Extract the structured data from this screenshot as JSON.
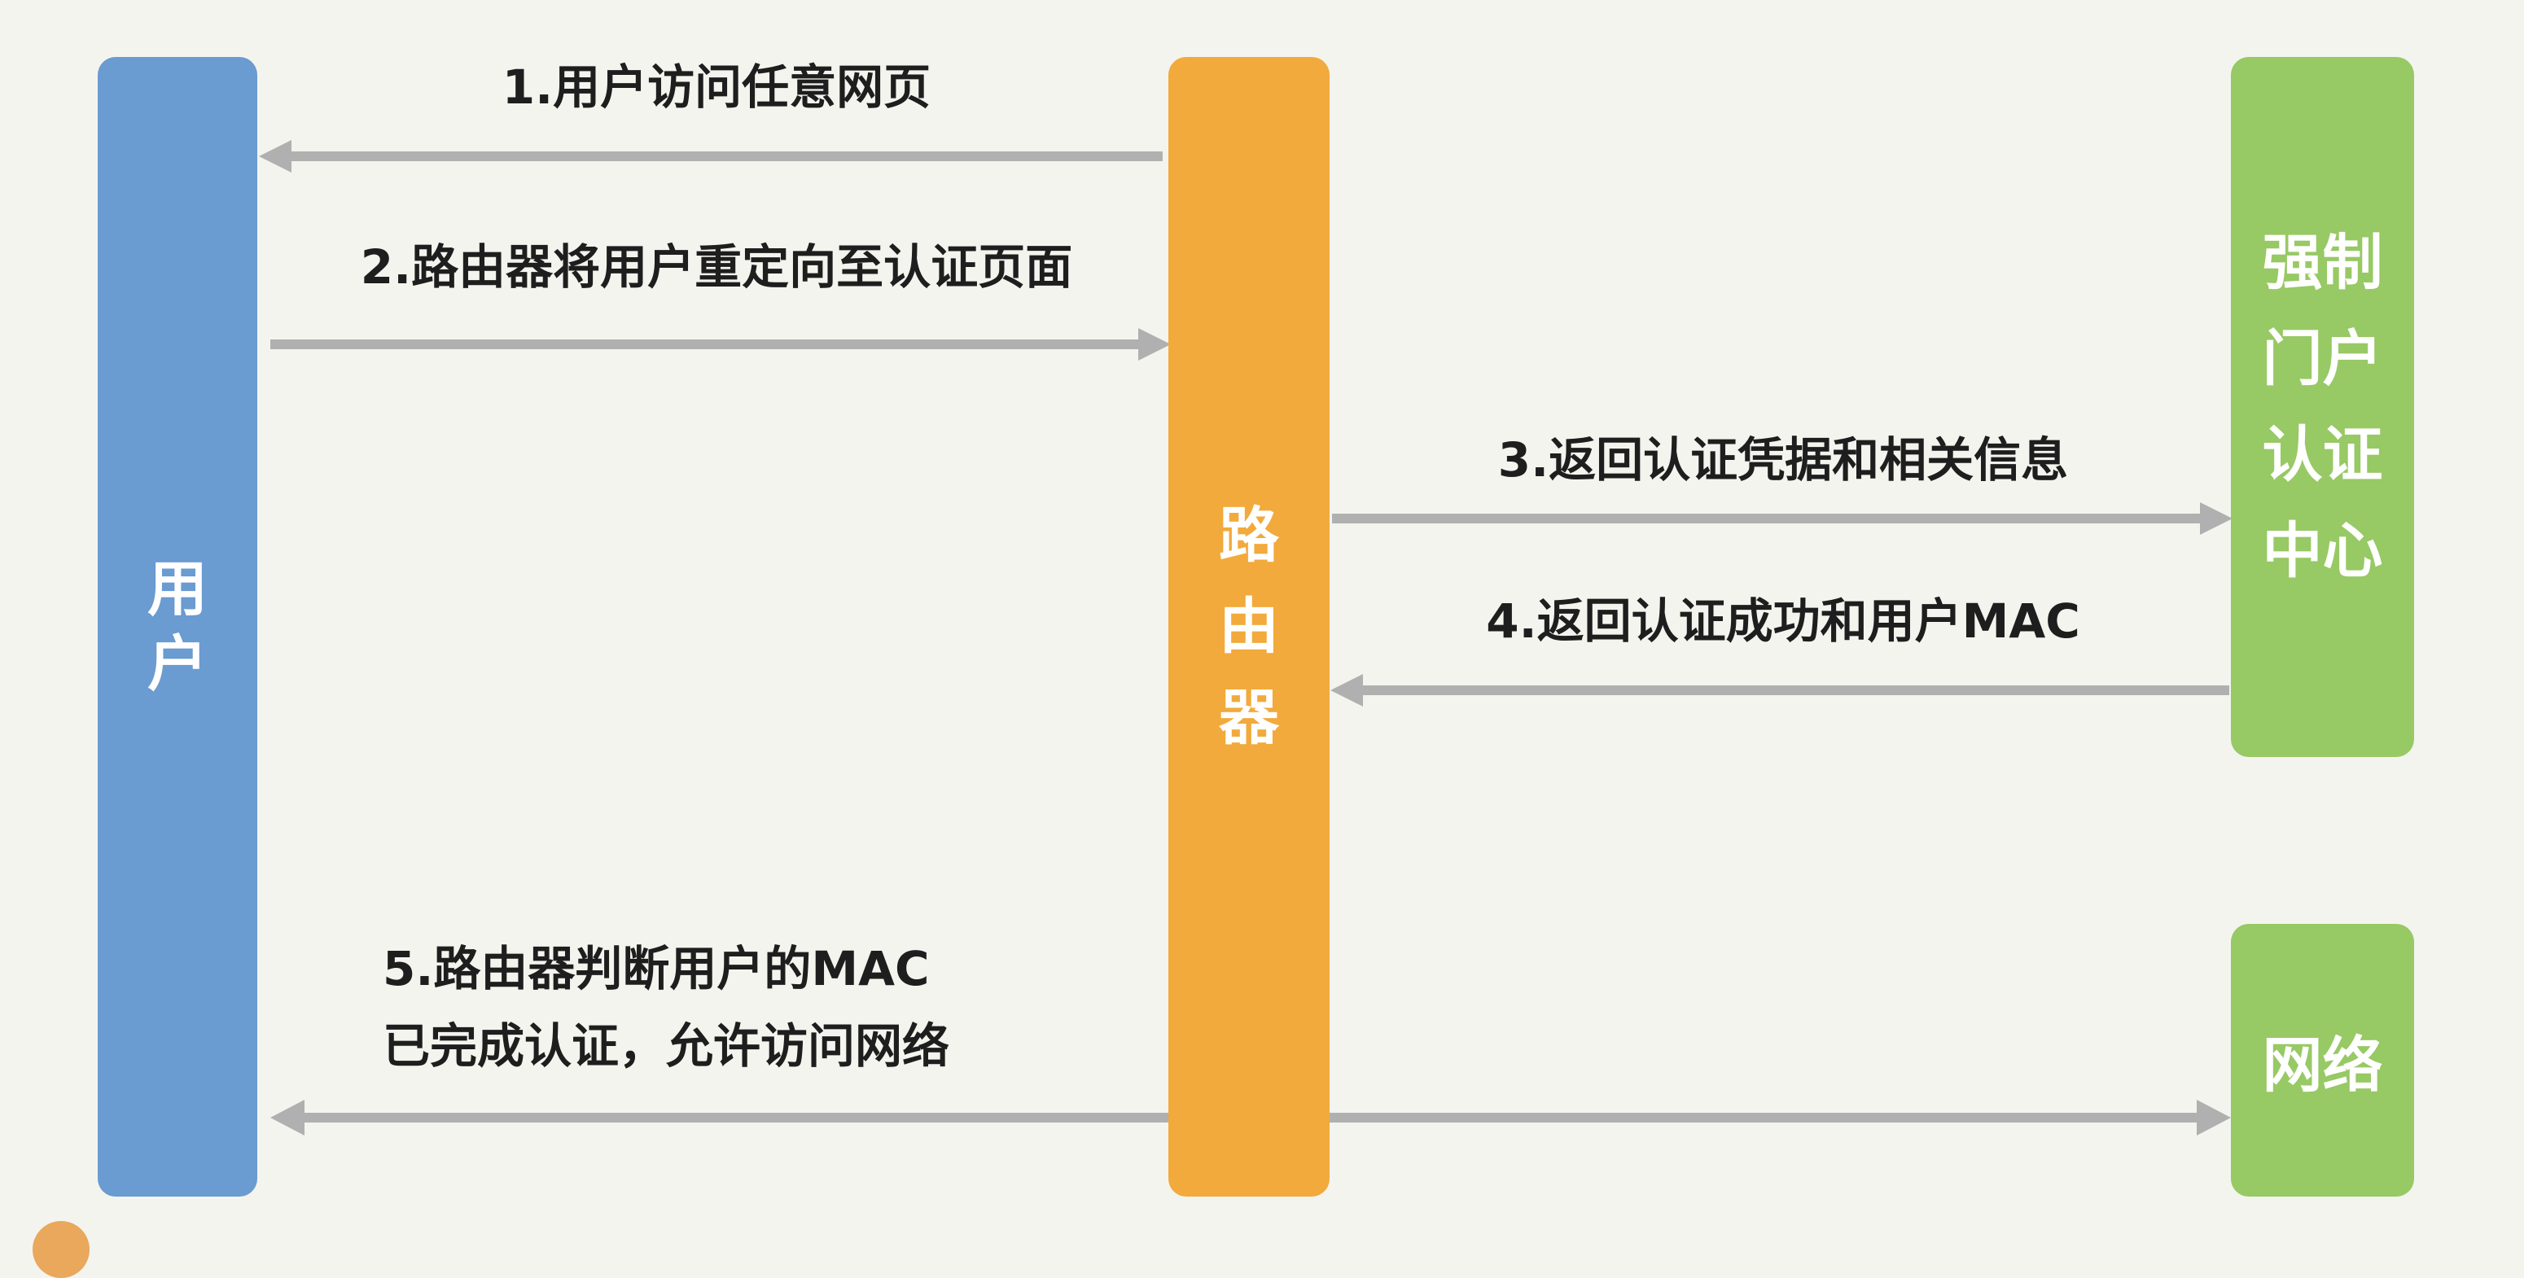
{
  "actors": {
    "user": "用户",
    "router": "路由器",
    "portal": "强制门户认证中心",
    "network": "网络"
  },
  "steps": {
    "s1": "1.用户访问任意网页",
    "s2": "2.路由器将用户重定向至认证页面",
    "s3": "3.返回认证凭据和相关信息",
    "s4": "4.返回认证成功和用户MAC",
    "s5_line1": "5.路由器判断用户的MAC",
    "s5_line2": "已完成认证，允许访问网络"
  },
  "colors": {
    "user": "#6a9bd1",
    "router": "#f2aa3c",
    "portal": "#97c964",
    "arrow": "#b0b0b0",
    "background": "#f4f4ef"
  }
}
